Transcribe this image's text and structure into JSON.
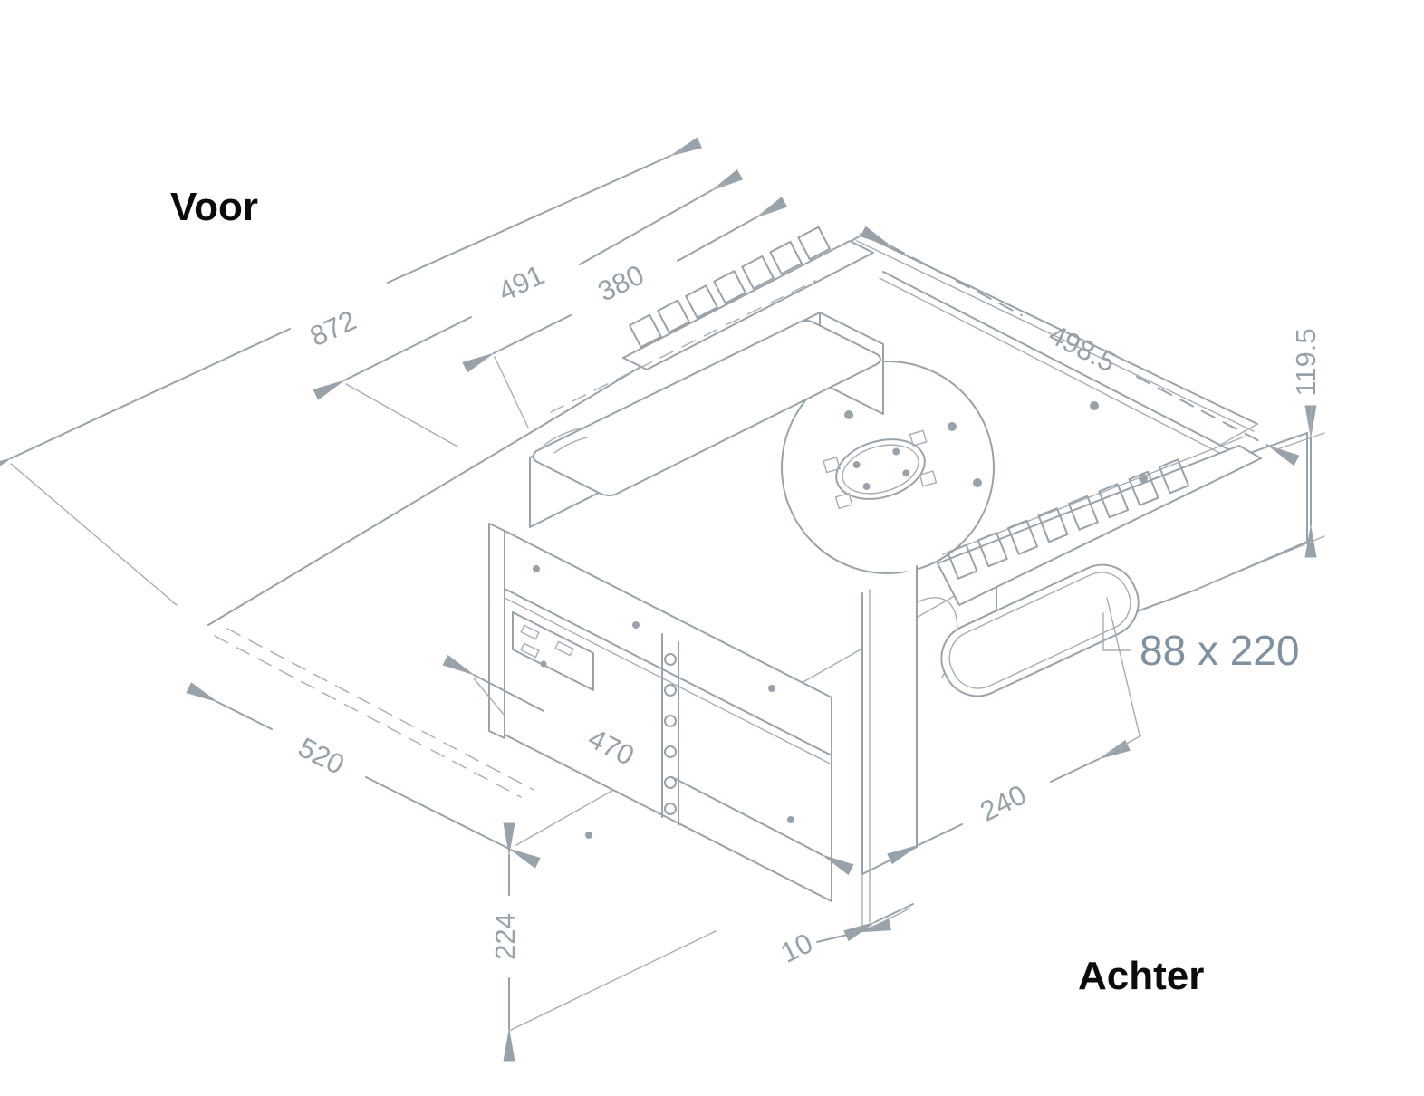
{
  "labels": {
    "front": "Voor",
    "back": "Achter"
  },
  "dimensions": {
    "overall_width": "872",
    "platform_width": "491",
    "tower_width": "380",
    "right_depth": "498.5",
    "frame_height": "119.5",
    "left_depth": "520",
    "panel_width": "470",
    "under_depth": "224",
    "duct_offset": "240",
    "duct_gap": "10",
    "duct_size": "88 x 220"
  },
  "colors": {
    "line": "#9aa2a9",
    "dimension_text": "#98a1a8",
    "duct_size_text": "#81909e",
    "label_text": "#0b0b0b",
    "background": "#ffffff"
  }
}
